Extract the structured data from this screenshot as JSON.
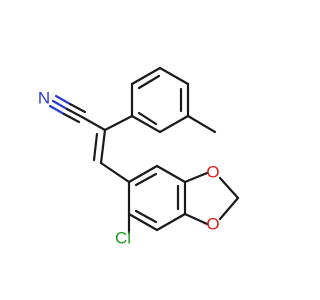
{
  "molecule": {
    "atoms": {
      "nitrogen": "N",
      "oxygen_top": "O",
      "oxygen_bottom": "O",
      "chlorine": "Cl"
    },
    "colors": {
      "bond": "#1a1a1a",
      "nitrogen": "#2b3bd1",
      "oxygen": "#e0201b",
      "chlorine": "#1f9a1f",
      "background": "#ffffff"
    }
  }
}
